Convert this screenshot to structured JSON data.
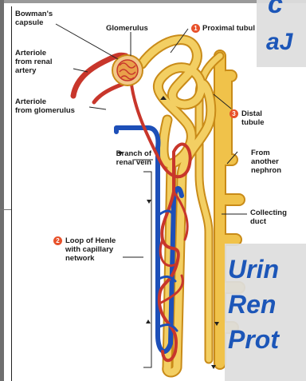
{
  "labels": {
    "bowmans_capsule": "Bowman's\ncapsule",
    "glomerulus": "Glomerulus",
    "proximal_tubule": "Proximal tubul",
    "arteriole_from_renal_artery": "Arteriole\nfrom renal\nartery",
    "arteriole_from_glomerulus": "Arteriole\nfrom glomerulus",
    "distal_tubule": "Distal\ntubule",
    "branch_of_renal_vein": "Branch of\nrenal vein",
    "from_another_nephron": "From\nanother\nnephron",
    "collecting_duct": "Collecting\nduct",
    "loop_of_henle": "Loop of Henle\nwith capillary\nnetwork"
  },
  "markers": {
    "proximal": "1",
    "loop": "2",
    "distal": "3"
  },
  "callout_top": {
    "line1": "c",
    "line2": "aJ"
  },
  "callout_bottom": {
    "line1": "Urin",
    "line2": "Ren",
    "line3": "Prot"
  },
  "colors": {
    "tubule": "#f0c24a",
    "tubule_edge": "#c98b18",
    "artery": "#c8362b",
    "vein": "#1d4fb8",
    "marker": "#e8512a",
    "callout_text": "#1c56b8",
    "callout_bg": "#dedede"
  }
}
